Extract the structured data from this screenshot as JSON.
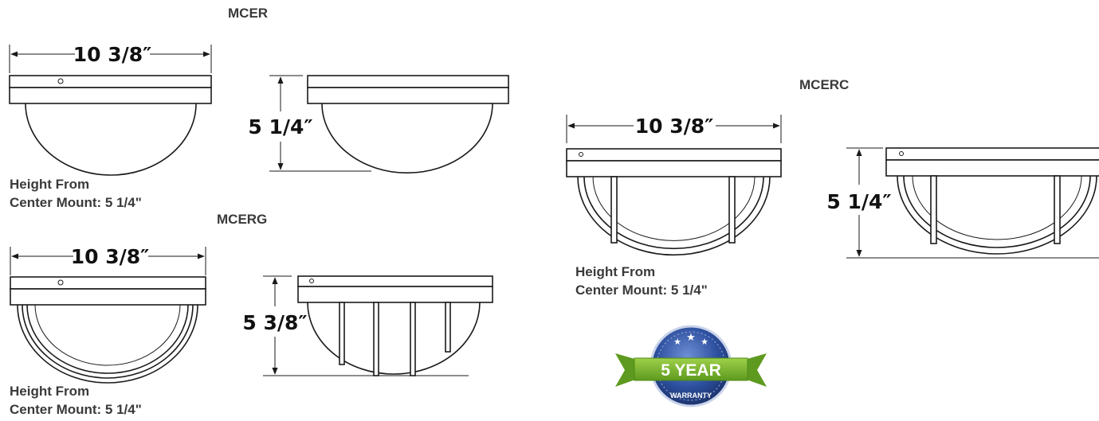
{
  "models": {
    "mcer": "MCER",
    "mcerg": "MCERG",
    "mcerc": "MCERC"
  },
  "dimensions": {
    "mcer_width": "10 3/8″",
    "mcer_height": "5 1/4″",
    "mcerg_width": "10 3/8″",
    "mcerg_height": "5 3/8″",
    "mcerc_width": "10 3/8″",
    "mcerc_height": "5 1/4″"
  },
  "notes": {
    "mcer_line1": "Height From",
    "mcer_line2": "Center Mount: 5 1/4\"",
    "mcerg_line1": "Height From",
    "mcerg_line2": "Center Mount: 5 1/4\"",
    "mcerc_line1": "Height From",
    "mcerc_line2": "Center Mount: 5 1/4\""
  },
  "badge": {
    "top": "5 YEAR",
    "bottom": "WARRANTY"
  },
  "colors": {
    "line": "#1a1a1a",
    "label": "#3a3a3a",
    "badge_blue": "#2c4f9e",
    "badge_green": "#7dbb2e"
  }
}
